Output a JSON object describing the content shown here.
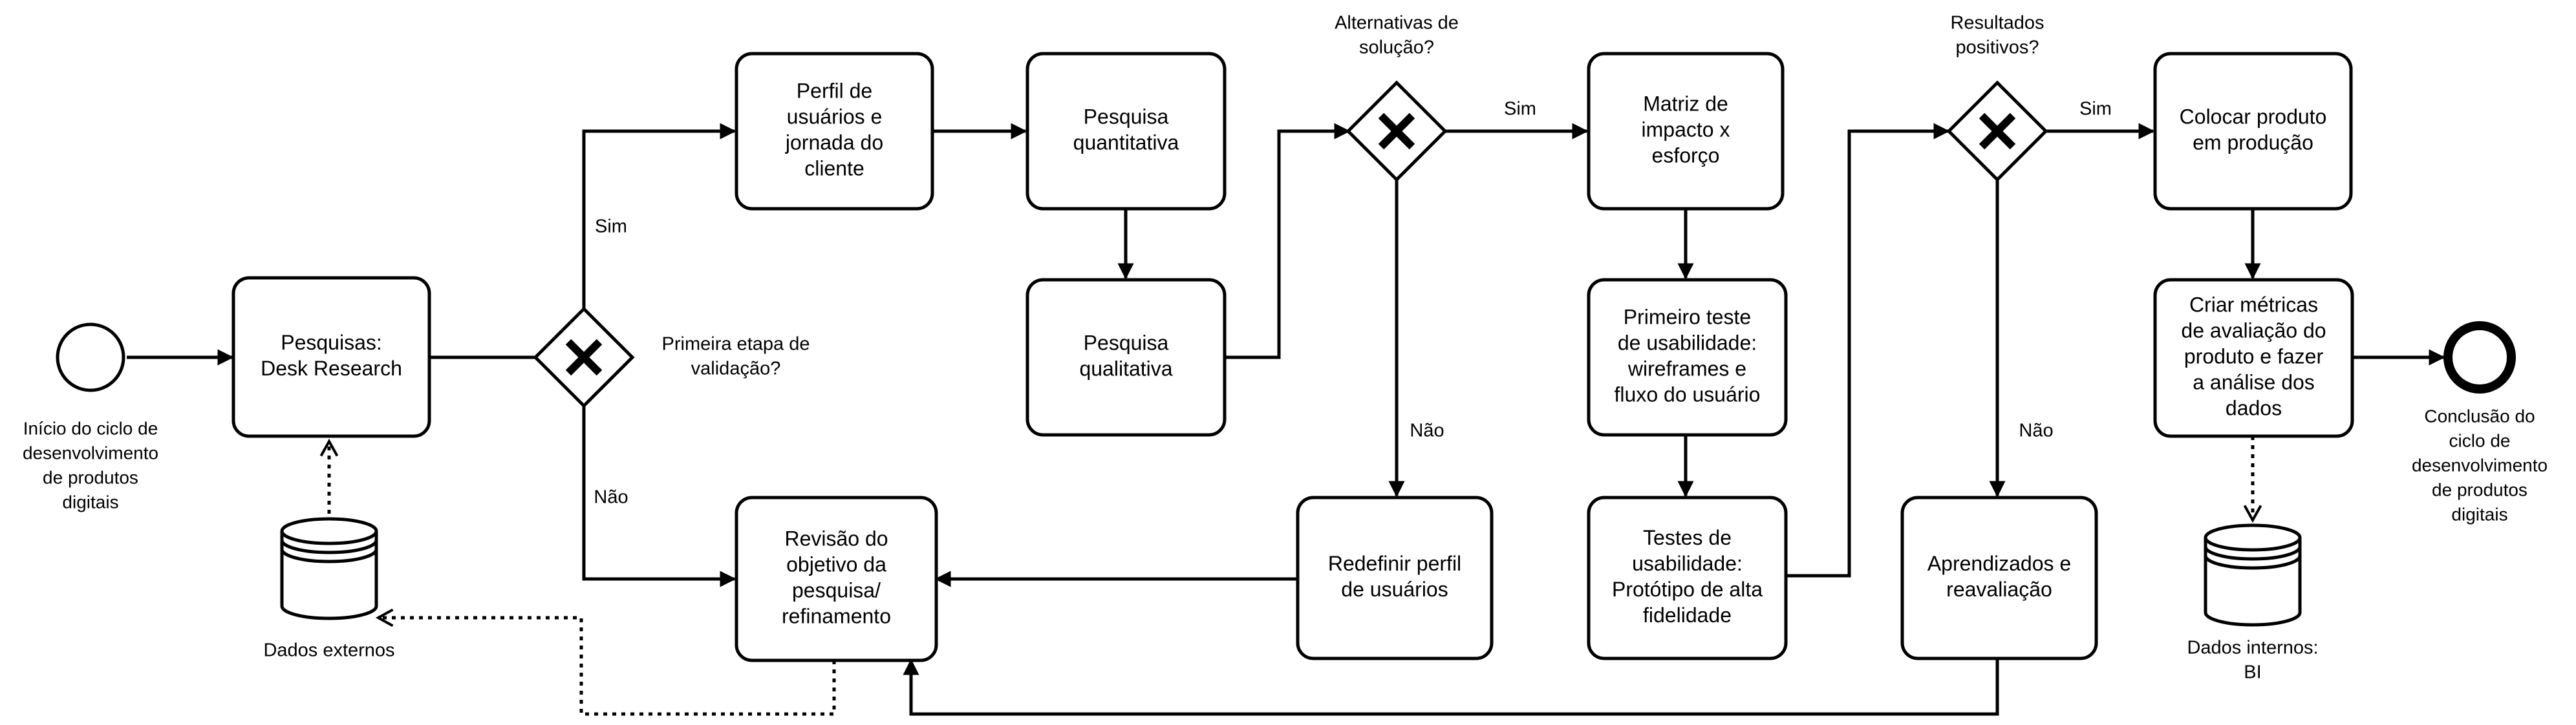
{
  "start_event": {
    "label": [
      "Início do ciclo de",
      "desenvolvimento",
      "de produtos",
      "digitais"
    ]
  },
  "end_event": {
    "label": [
      "Conclusão do",
      "ciclo de",
      "desenvolvimento",
      "de produtos",
      "digitais"
    ]
  },
  "tasks": {
    "desk_research": [
      "Pesquisas:",
      "Desk Research"
    ],
    "perfil_usuarios": [
      "Perfil de",
      "usuários e",
      "jornada do",
      "cliente"
    ],
    "pesquisa_quantitativa": [
      "Pesquisa",
      "quantitativa"
    ],
    "pesquisa_qualitativa": [
      "Pesquisa",
      "qualitativa"
    ],
    "revisao_objetivo": [
      "Revisão do",
      "objetivo da",
      "pesquisa/",
      "refinamento"
    ],
    "redefinir_perfil": [
      "Redefinir perfil",
      "de usuários"
    ],
    "matriz_impacto": [
      "Matriz de",
      "impacto x",
      "esforço"
    ],
    "primeiro_teste": [
      "Primeiro teste",
      "de usabilidade:",
      "wireframes e",
      "fluxo do usuário"
    ],
    "testes_usabilidade": [
      "Testes de",
      "usabilidade:",
      "Protótipo de alta",
      "fidelidade"
    ],
    "aprendizados": [
      "Aprendizados e",
      "reavaliação"
    ],
    "colocar_producao": [
      "Colocar produto",
      "em produção"
    ],
    "criar_metricas": [
      "Criar métricas",
      "de avaliação do",
      "produto e fazer",
      "a análise dos",
      "dados"
    ]
  },
  "gateways": {
    "g1": {
      "question": [
        "Primeira etapa de",
        "validação?"
      ]
    },
    "g2": {
      "question": [
        "Alternativas de",
        "solução?"
      ]
    },
    "g3": {
      "question": [
        "Resultados",
        "positivos?"
      ]
    }
  },
  "edge_labels": {
    "g1_yes": "Sim",
    "g1_no": "Não",
    "g2_yes": "Sim",
    "g2_no": "Não",
    "g3_yes": "Sim",
    "g3_no": "Não"
  },
  "data_stores": {
    "externos": [
      "Dados externos"
    ],
    "internos": [
      "Dados internos:",
      "BI"
    ]
  },
  "gateway_marker": "X"
}
